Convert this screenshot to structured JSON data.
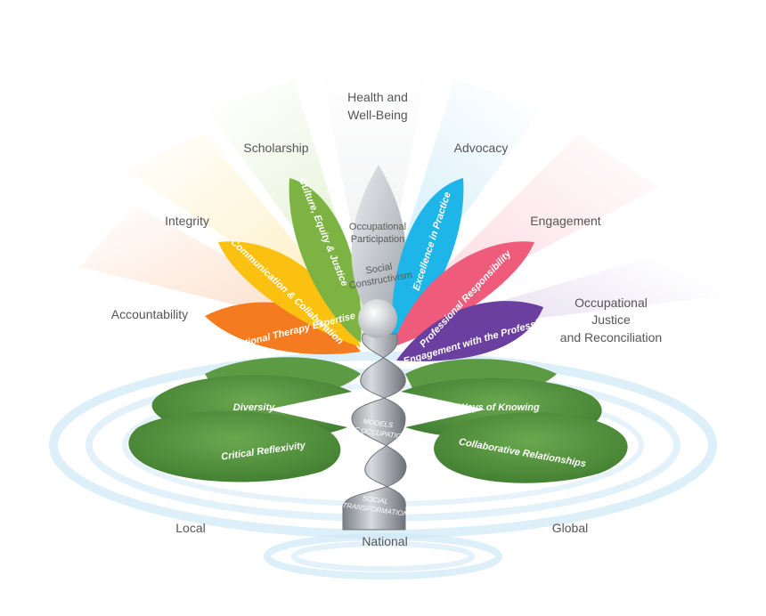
{
  "outer_values": {
    "accountability": "Accountability",
    "integrity": "Integrity",
    "scholarship": "Scholarship",
    "health_line1": "Health and",
    "health_line2": "Well-Being",
    "advocacy": "Advocacy",
    "engagement": "Engagement",
    "justice_line1": "Occupational",
    "justice_line2": "Justice",
    "justice_line3": "and Reconciliation"
  },
  "petals": {
    "ot_expertise": "Occupational Therapy Expertise",
    "communication": "Communication & Collaboration",
    "culture": "Culture, Equity & Justice",
    "excellence": "Excellence in Practice",
    "professional": "Professional Responsibility",
    "engagement_profession": "Engagement with the Profession"
  },
  "center": {
    "participation_line1": "Occupational",
    "participation_line2": "Participation",
    "constructivism_line1": "Social",
    "constructivism_line2": "Constructivism"
  },
  "pads": {
    "diversity": "Diversity",
    "critical": "Critical Reflexivity",
    "ways": "Ways of Knowing",
    "collaborative": "Collaborative Relationships"
  },
  "ribbon": {
    "models_line1": "MODELS",
    "models_line2": "OF OCCUPATION",
    "social_line1": "SOCIAL",
    "social_line2": "TRANSFORMATION"
  },
  "levels": {
    "local": "Local",
    "national": "National",
    "global": "Global"
  },
  "colors": {
    "orange": "#f47b20",
    "yellow": "#fbc111",
    "green": "#7cb342",
    "silver": "#c9cdd1",
    "blue": "#1eb5e8",
    "pink": "#ef5b7b",
    "purple": "#6a3fa0",
    "pad_green": "#4e8a3a",
    "water": "#cfe8f6"
  }
}
